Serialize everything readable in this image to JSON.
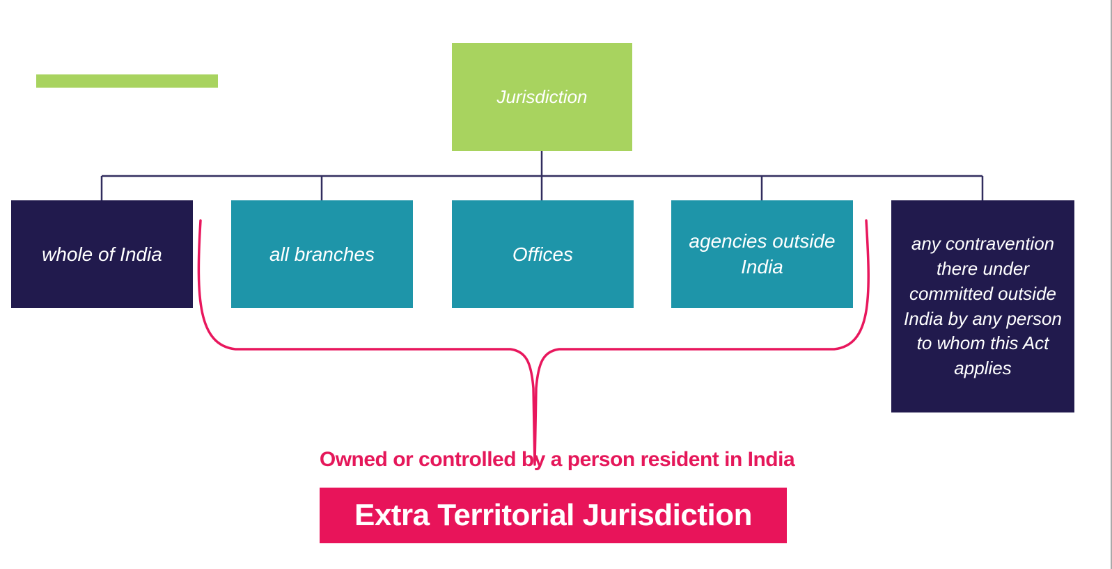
{
  "slide": {
    "background_color": "#ffffff",
    "accent_bar_color": "#a8d35f",
    "right_edge_line_color": "#a9a9a9"
  },
  "tree": {
    "connector_color": "#312d5e",
    "root": {
      "label": "Jurisdiction",
      "color": "#a8d35f",
      "text_color": "#ffffff"
    },
    "children": [
      {
        "label": "whole of India",
        "color": "#211a4d",
        "text_color": "#ffffff"
      },
      {
        "label": "all branches",
        "color": "#1e95a9",
        "text_color": "#ffffff"
      },
      {
        "label": "Offices",
        "color": "#1e95a9",
        "text_color": "#ffffff"
      },
      {
        "label": "agencies outside India",
        "color": "#1e95a9",
        "text_color": "#ffffff"
      },
      {
        "label": "any contravention there under committed outside India by any person to whom this Act applies",
        "color": "#211a4d",
        "text_color": "#ffffff"
      }
    ]
  },
  "brace": {
    "color": "#e8175d",
    "groups_children": [
      "all branches",
      "Offices",
      "agencies outside India"
    ]
  },
  "callout": {
    "caption": "Owned or controlled by a person resident in India",
    "caption_color": "#e5175a",
    "banner_label": "Extra Territorial Jurisdiction",
    "banner_color": "#e8145a",
    "banner_text_color": "#ffffff"
  }
}
